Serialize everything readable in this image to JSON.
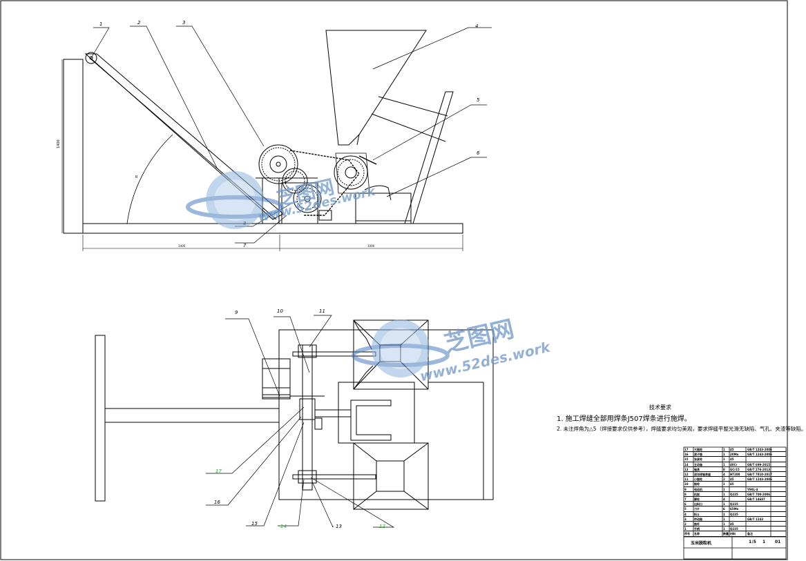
{
  "callouts": [
    "1",
    "2",
    "3",
    "4",
    "5",
    "6",
    "7",
    "8",
    "9",
    "10",
    "11",
    "12",
    "13",
    "14",
    "15",
    "16",
    "17"
  ],
  "dimension_labels": {
    "height": "1400",
    "radius": "R",
    "len_left": "1400",
    "len_right": "1000"
  },
  "tech_requirements": {
    "title": "技术要求",
    "lines": [
      "1. 施工焊缝全部用焊条J507焊条进行施焊。",
      "2. 未注焊角为△5（焊接要求仅供参考），焊缝要求均匀美观，要求焊缝平整光滑无缺陷、气孔、夹渣等缺陷。"
    ]
  },
  "watermark": {
    "logo": "芝图网",
    "url": "www.52des.work"
  },
  "bom": {
    "rows": [
      [
        "17",
        "大链轮",
        "1",
        "45",
        "GB/T 1243-2006"
      ],
      [
        "16",
        "滚子链",
        "1",
        "20Mn",
        "GB/T 1243-2006"
      ],
      [
        "15",
        "张紧轮",
        "1",
        "45",
        ""
      ],
      [
        "14",
        "主动轴",
        "1",
        "40Cr",
        "GB/T 699-2015"
      ],
      [
        "13",
        "轴承",
        "8",
        "GCr15",
        "GB/T 276-2013"
      ],
      [
        "12",
        "深沟球轴承座",
        "4",
        "HT200",
        "GB/T 7810-2017"
      ],
      [
        "11",
        "小链轮",
        "2",
        "45",
        "GB/T 1243-2006"
      ],
      [
        "10",
        "链轮",
        "1",
        "45",
        ""
      ],
      [
        "9",
        "电动机",
        "1",
        "",
        "Y90L-4"
      ],
      [
        "8",
        "机架",
        "1",
        "Q235",
        "GB/T 700-2006"
      ],
      [
        "7",
        "脚轮",
        "4",
        "",
        "GB/T 14687"
      ],
      [
        "6",
        "出料口",
        "1",
        "Q235",
        ""
      ],
      [
        "5",
        "刀片",
        "6",
        "65Mn",
        ""
      ],
      [
        "4",
        "料斗",
        "1",
        "Q235",
        ""
      ],
      [
        "3",
        "传动链",
        "1",
        "",
        "GB/T 1243"
      ],
      [
        "2",
        "推杆",
        "1",
        "45",
        ""
      ],
      [
        "1",
        "手柄",
        "1",
        "Q235",
        ""
      ]
    ],
    "header": [
      "序号",
      "名称",
      "数量",
      "材料",
      "备注"
    ],
    "title_block": {
      "title": "玉米脱粒机",
      "ratio": "1:5",
      "sheet": "1",
      "drawing_no": "01"
    }
  }
}
